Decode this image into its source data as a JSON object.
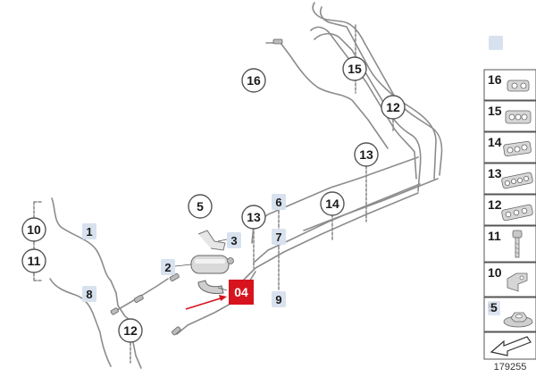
{
  "diagram": {
    "diagram_number": "179255",
    "colors": {
      "line": "#8c8c8c",
      "callout_fill": "#d8e1ee",
      "highlight": "#d7141e",
      "box_border": "#555555"
    },
    "circle_callouts": [
      {
        "id": "c16",
        "label": "16"
      },
      {
        "id": "c15",
        "label": "15"
      },
      {
        "id": "c12a",
        "label": "12"
      },
      {
        "id": "c13a",
        "label": "13"
      },
      {
        "id": "c14",
        "label": "14"
      },
      {
        "id": "c13b",
        "label": "13"
      },
      {
        "id": "c5",
        "label": "5"
      },
      {
        "id": "c10",
        "label": "10"
      },
      {
        "id": "c11",
        "label": "11"
      },
      {
        "id": "c12b",
        "label": "12"
      }
    ],
    "square_callouts": [
      {
        "id": "s1",
        "label": "1"
      },
      {
        "id": "s2",
        "label": "2"
      },
      {
        "id": "s3",
        "label": "3"
      },
      {
        "id": "s6",
        "label": "6"
      },
      {
        "id": "s7",
        "label": "7"
      },
      {
        "id": "s8",
        "label": "8"
      },
      {
        "id": "s9",
        "label": "9"
      }
    ],
    "highlight_callout": {
      "label": "04"
    },
    "parts_legend": [
      {
        "label": "16",
        "icon": "clip-16-icon"
      },
      {
        "label": "15",
        "icon": "clip-15-icon"
      },
      {
        "label": "14",
        "icon": "clip-14-icon"
      },
      {
        "label": "13",
        "icon": "clip-13-icon"
      },
      {
        "label": "12",
        "icon": "clip-12-icon"
      },
      {
        "label": "11",
        "icon": "bolt-icon"
      },
      {
        "label": "10",
        "icon": "bracket-icon"
      },
      {
        "label": "5",
        "icon": "nut-icon"
      }
    ]
  }
}
